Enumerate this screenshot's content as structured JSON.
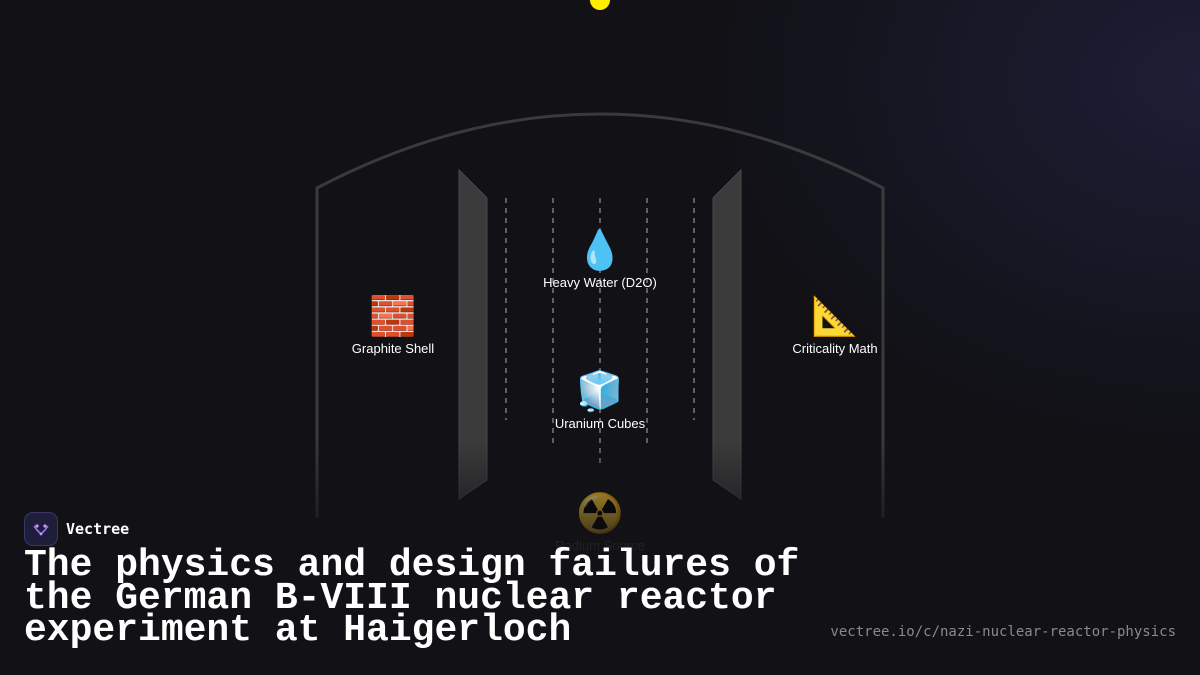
{
  "diagram": {
    "nodes": {
      "heavy_water": {
        "icon": "water-droplet-icon",
        "glyph": "💧",
        "label": "Heavy Water (D2O)"
      },
      "graphite": {
        "icon": "brick-wall-icon",
        "glyph": "🧱",
        "label": "Graphite Shell"
      },
      "criticality": {
        "icon": "triangular-ruler-icon",
        "glyph": "📐",
        "label": "Criticality Math"
      },
      "uranium": {
        "icon": "ice-cube-icon",
        "glyph": "🧊",
        "label": "Uranium Cubes"
      },
      "radium": {
        "icon": "radioactive-icon",
        "glyph": "☢️",
        "label": "Radium Source"
      }
    },
    "colors": {
      "vessel_stroke": "#3a3a3a",
      "plate_fill": "#3b3b3b",
      "chain_dash": "#7a7a7a",
      "particle": "#ffee00"
    }
  },
  "brand": {
    "name": "Vectree",
    "logo_icon": "vectree-logo-icon",
    "accent": "#a56cf0"
  },
  "headline": "The physics and design failures of the German B-VIII nuclear reactor experiment at Haigerloch",
  "url": "vectree.io/c/nazi-nuclear-reactor-physics"
}
